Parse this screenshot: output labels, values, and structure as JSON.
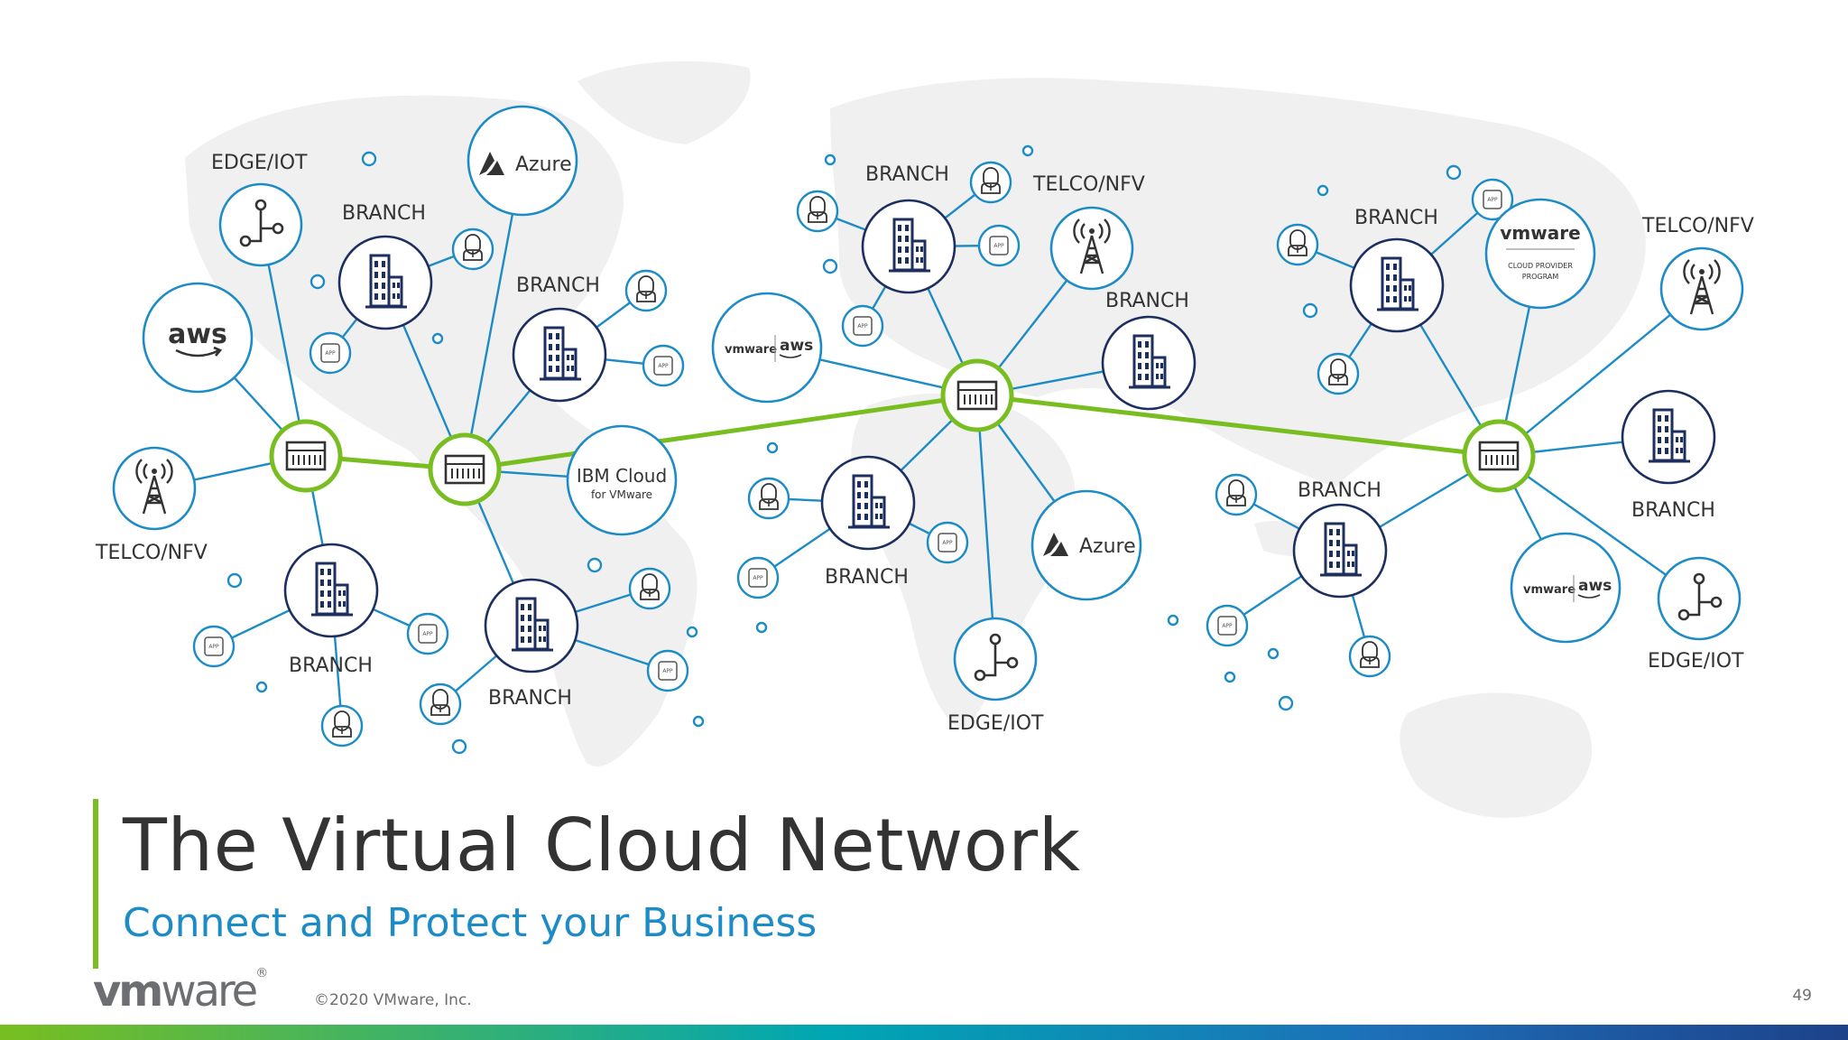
{
  "slide": {
    "title": "The Virtual Cloud Network",
    "subtitle": "Connect and Protect your Business",
    "logo": {
      "vm": "vm",
      "ware": "ware",
      "reg": "®"
    },
    "copyright": "©2020 VMware, Inc.",
    "page_number": "49"
  },
  "labels": {
    "edge_iot": "EDGE/IOT",
    "branch": "BRANCH",
    "telco_nfv": "TELCO/NFV"
  },
  "brands": {
    "azure": "Azure",
    "aws": "aws",
    "vmware": "vmware",
    "ibm_cloud": "IBM Cloud",
    "ibm_sub": "for VMware",
    "vmware_cpp_1": "CLOUD PROVIDER",
    "vmware_cpp_2": "PROGRAM",
    "app": "APP"
  },
  "colors": {
    "link_blue": "#1d8cc6",
    "node_navy": "#1d2f5f",
    "hub_green": "#78be20",
    "text_dark": "#333333"
  }
}
